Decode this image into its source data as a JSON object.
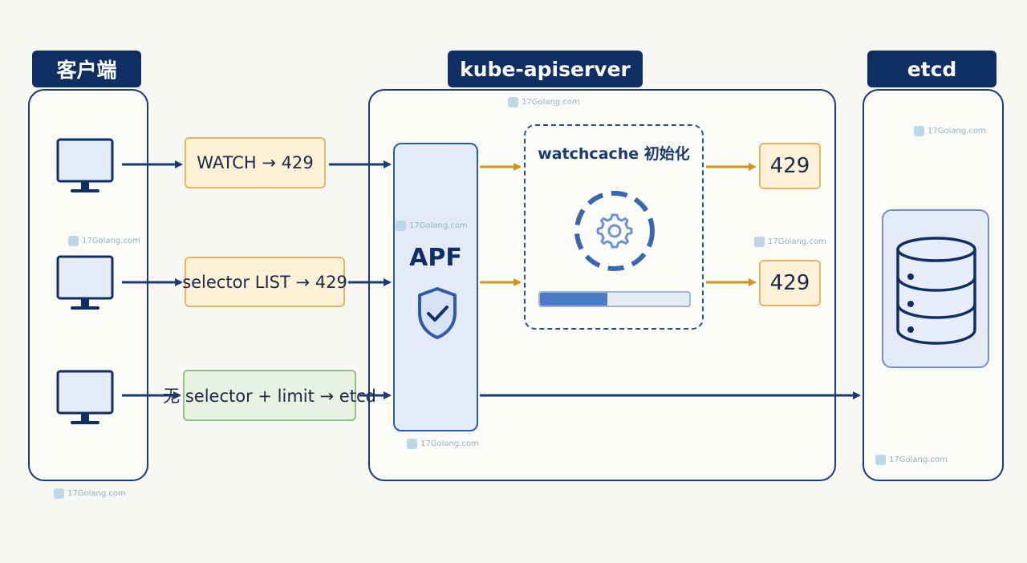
{
  "headers": {
    "client": "客户端",
    "apiserver": "kube-apiserver",
    "etcd": "etcd"
  },
  "requests": [
    {
      "label": "WATCH → 429"
    },
    {
      "label": "selector LIST → 429"
    },
    {
      "label": "无 selector + limit → etcd"
    }
  ],
  "apf": {
    "label": "APF"
  },
  "watchcache": {
    "title": "watchcache 初始化",
    "progress": 0.45
  },
  "responses": [
    {
      "label": "429"
    },
    {
      "label": "429"
    }
  ],
  "watermark": {
    "text": "17Golang.com"
  },
  "colors": {
    "navy": "#0f2e63",
    "arrow_navy": "#1b3a72",
    "arrow_amber": "#d4951c",
    "amber_fill": "#fdf1d8",
    "green_fill": "#e6f2e2"
  }
}
